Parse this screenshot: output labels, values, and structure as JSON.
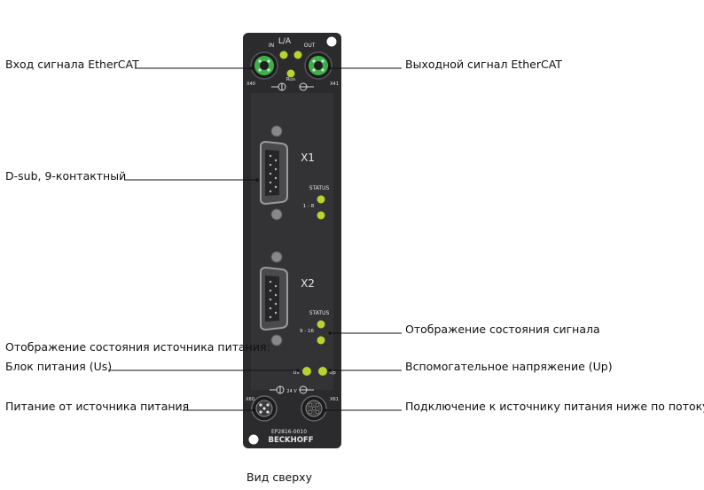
{
  "labels": {
    "ethercat_in": "Вход сигнала EtherCAT",
    "ethercat_out": "Выходной сигнал EtherCAT",
    "dsub": "D-sub, 9-контактный",
    "signal_status": "Отображение состояния сигнала",
    "power_status_heading": "Отображение состояния источника питания:",
    "power_supply_us": "Блок питания (Us)",
    "aux_voltage_up": "Вспомогательное напряжение (Uр)",
    "power_feed": "Питание от источника питания",
    "power_downstream": "Подключение к источнику питания ниже по потоку"
  },
  "caption": "Вид сверху",
  "device": {
    "la": "L/A",
    "in": "IN",
    "out": "OUT",
    "run": "Run",
    "x40": "X40",
    "x41": "X41",
    "x1": "X1",
    "x2": "X2",
    "status1": "STATUS",
    "status2": "STATUS",
    "range1": "1 - 8",
    "range2": "9 - 16",
    "us": "Us",
    "up": "Up",
    "v24": "24 V",
    "x60": "X60",
    "x61": "X61",
    "model": "EP2816-0010",
    "brand": "BECKHOFF"
  },
  "colors": {
    "housing": "#2a2a2c",
    "led": "#b7d430",
    "port_green": "#3db04a"
  }
}
